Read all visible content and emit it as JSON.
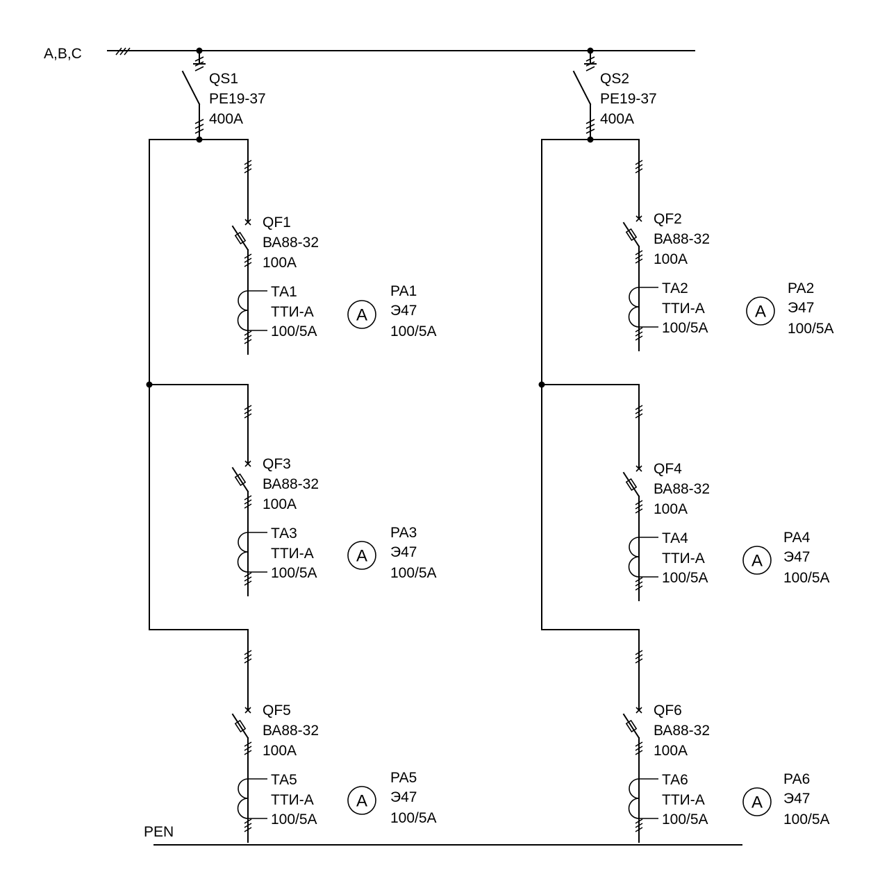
{
  "bus": {
    "phases_label": "A,B,C",
    "neutral_label": "PEN"
  },
  "switches": [
    {
      "id": "QS1",
      "type": "РЕ19-37",
      "rating": "400А"
    },
    {
      "id": "QS2",
      "type": "РЕ19-37",
      "rating": "400А"
    }
  ],
  "feeders": [
    {
      "breaker": {
        "id": "QF1",
        "type": "ВА88-32",
        "rating": "100А"
      },
      "ct": {
        "id": "ТА1",
        "type": "ТТИ-А",
        "ratio": "100/5А"
      },
      "meter": {
        "id": "РА1",
        "type": "Э47",
        "range": "100/5А",
        "symbol": "A"
      }
    },
    {
      "breaker": {
        "id": "QF2",
        "type": "ВА88-32",
        "rating": "100А"
      },
      "ct": {
        "id": "ТА2",
        "type": "ТТИ-А",
        "ratio": "100/5А"
      },
      "meter": {
        "id": "РА2",
        "type": "Э47",
        "range": "100/5А",
        "symbol": "A"
      }
    },
    {
      "breaker": {
        "id": "QF3",
        "type": "ВА88-32",
        "rating": "100А"
      },
      "ct": {
        "id": "ТА3",
        "type": "ТТИ-А",
        "ratio": "100/5А"
      },
      "meter": {
        "id": "РА3",
        "type": "Э47",
        "range": "100/5А",
        "symbol": "A"
      }
    },
    {
      "breaker": {
        "id": "QF4",
        "type": "ВА88-32",
        "rating": "100А"
      },
      "ct": {
        "id": "ТА4",
        "type": "ТТИ-А",
        "ratio": "100/5А"
      },
      "meter": {
        "id": "РА4",
        "type": "Э47",
        "range": "100/5А",
        "symbol": "A"
      }
    },
    {
      "breaker": {
        "id": "QF5",
        "type": "ВА88-32",
        "rating": "100А"
      },
      "ct": {
        "id": "ТА5",
        "type": "ТТИ-А",
        "ratio": "100/5А"
      },
      "meter": {
        "id": "РА5",
        "type": "Э47",
        "range": "100/5А",
        "symbol": "A"
      }
    },
    {
      "breaker": {
        "id": "QF6",
        "type": "ВА88-32",
        "rating": "100А"
      },
      "ct": {
        "id": "ТА6",
        "type": "ТТИ-А",
        "ratio": "100/5А"
      },
      "meter": {
        "id": "РА6",
        "type": "Э47",
        "range": "100/5А",
        "symbol": "A"
      }
    }
  ]
}
